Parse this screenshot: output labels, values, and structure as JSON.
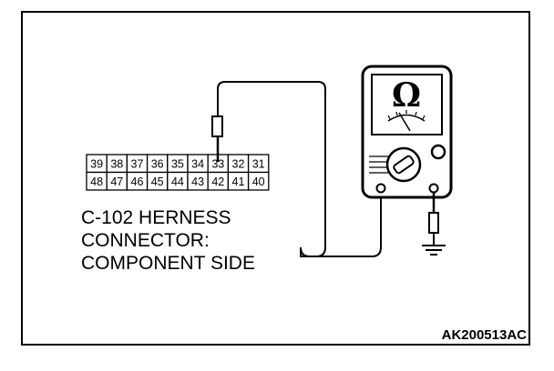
{
  "connector": {
    "top_row": [
      "39",
      "38",
      "37",
      "36",
      "35",
      "34",
      "33",
      "32",
      "31"
    ],
    "bottom_row": [
      "48",
      "47",
      "46",
      "45",
      "44",
      "43",
      "42",
      "41",
      "40"
    ],
    "probed_pin": "33"
  },
  "caption": {
    "line1": "C-102 HERNESS",
    "line2": "CONNECTOR:",
    "line3": "COMPONENT SIDE"
  },
  "meter": {
    "unit_symbol": "Ω"
  },
  "figure_code": "AK200513AC",
  "icons": [
    "ohmmeter-icon",
    "ground-symbol-icon",
    "probe-icon"
  ],
  "colors": {
    "line": "#000000",
    "background": "#ffffff"
  }
}
